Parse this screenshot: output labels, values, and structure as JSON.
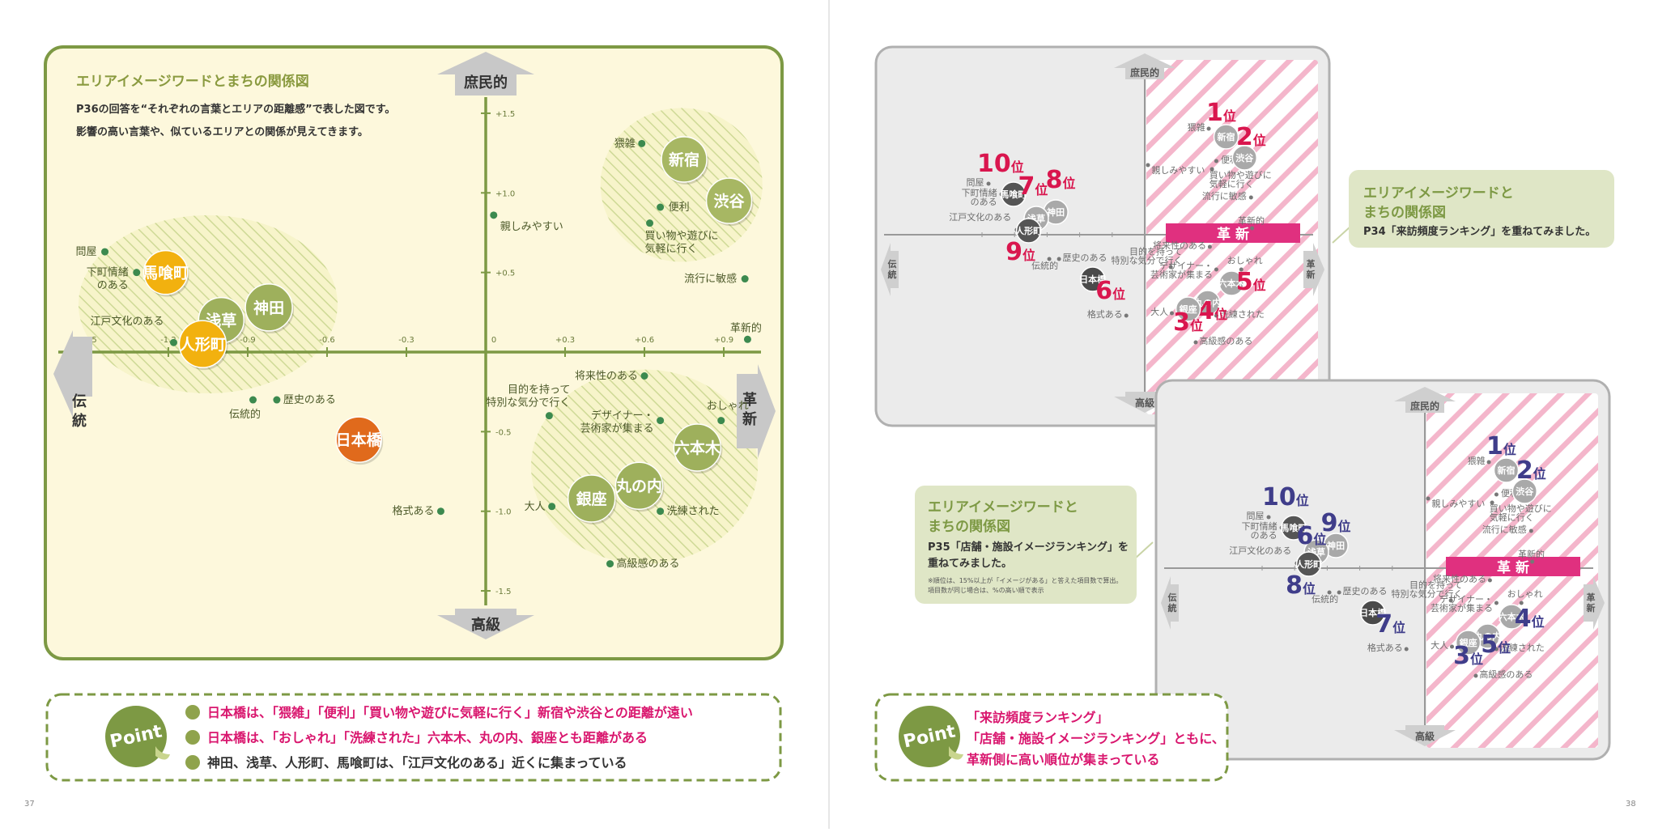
{
  "page": {
    "left_number": "37",
    "right_number": "38"
  },
  "main_chart": {
    "title": "エリアイメージワードとまちの関係図",
    "description": [
      "P36の回答を“それぞれの言葉とエリアの距離感”で表した図です。",
      "影響の高い言葉や、似ているエリアとの関係が見えてきます。"
    ],
    "axis_labels": {
      "top": "庶民的",
      "bottom": "高級",
      "left": "伝統",
      "right": "革新"
    },
    "x_ticks": [
      "-1.5",
      "-1.2",
      "-0.9",
      "-0.6",
      "-0.3",
      "0",
      "+0.3",
      "+0.6",
      "+0.9"
    ],
    "y_ticks": [
      "+1.5",
      "+1.0",
      "+0.5",
      "-0.5",
      "-1.0",
      "-1.5"
    ]
  },
  "chart_data": {
    "type": "scatter",
    "title": "エリアイメージワードとまちの関係図",
    "xlim": [
      -1.6,
      1.0
    ],
    "ylim": [
      -1.6,
      1.6
    ],
    "grid": false,
    "word_points": [
      {
        "label": "猥雑",
        "x": 0.59,
        "y": 1.31
      },
      {
        "label": "便利",
        "x": 0.66,
        "y": 0.91
      },
      {
        "label": "買い物や遊びに気軽に行く",
        "x": 0.62,
        "y": 0.81
      },
      {
        "label": "親しみやすい",
        "x": 0.03,
        "y": 0.86
      },
      {
        "label": "流行に敏感",
        "x": 0.98,
        "y": 0.46
      },
      {
        "label": "革新的",
        "x": 0.99,
        "y": 0.08
      },
      {
        "label": "問屋",
        "x": -1.44,
        "y": 0.63
      },
      {
        "label": "下町情緒のある",
        "x": -1.32,
        "y": 0.5
      },
      {
        "label": "江戸文化のある",
        "x": -1.18,
        "y": 0.06
      },
      {
        "label": "歴史のある",
        "x": -0.79,
        "y": -0.3
      },
      {
        "label": "伝統的",
        "x": -0.88,
        "y": -0.3
      },
      {
        "label": "将来性のある",
        "x": 0.6,
        "y": -0.15
      },
      {
        "label": "目的を持って特別な気分で行く",
        "x": 0.24,
        "y": -0.4
      },
      {
        "label": "デザイナー・芸術家が集まる",
        "x": 0.66,
        "y": -0.43
      },
      {
        "label": "おしゃれ",
        "x": 0.89,
        "y": -0.43
      },
      {
        "label": "洗練された",
        "x": 0.66,
        "y": -1.0
      },
      {
        "label": "大人",
        "x": 0.25,
        "y": -0.97
      },
      {
        "label": "格式ある",
        "x": -0.17,
        "y": -1.0
      },
      {
        "label": "高級感のある",
        "x": 0.47,
        "y": -1.33
      }
    ],
    "area_points": [
      {
        "label": "新宿",
        "x": 0.75,
        "y": 1.21
      },
      {
        "label": "渋谷",
        "x": 0.92,
        "y": 0.95
      },
      {
        "label": "馬喰町",
        "x": -1.21,
        "y": 0.5
      },
      {
        "label": "神田",
        "x": -0.82,
        "y": 0.28
      },
      {
        "label": "浅草",
        "x": -1.0,
        "y": 0.2
      },
      {
        "label": "人形町",
        "x": -1.07,
        "y": 0.05
      },
      {
        "label": "日本橋",
        "x": -0.48,
        "y": -0.55
      },
      {
        "label": "六本木",
        "x": 0.8,
        "y": -0.6
      },
      {
        "label": "丸の内",
        "x": 0.58,
        "y": -0.84
      },
      {
        "label": "銀座",
        "x": 0.4,
        "y": -0.92
      }
    ]
  },
  "overlay_top": {
    "label_box": {
      "title": "エリアイメージワードと\nまちの関係図",
      "text": "P34「来訪頻度ランキング」を重ねてみました。"
    },
    "band_label": "革 新",
    "axis_labels": {
      "top": "庶民的",
      "bottom": "高級",
      "left": "伝統",
      "right": "革新"
    },
    "ranks": [
      {
        "area": "新宿",
        "rank": "1",
        "unit": "位"
      },
      {
        "area": "渋谷",
        "rank": "2",
        "unit": "位"
      },
      {
        "area": "銀座",
        "rank": "3",
        "unit": "位"
      },
      {
        "area": "丸の内",
        "rank": "4",
        "unit": "位"
      },
      {
        "area": "六本木",
        "rank": "5",
        "unit": "位"
      },
      {
        "area": "日本橋",
        "rank": "6",
        "unit": "位"
      },
      {
        "area": "浅草",
        "rank": "7",
        "unit": "位"
      },
      {
        "area": "神田",
        "rank": "8",
        "unit": "位"
      },
      {
        "area": "人形町",
        "rank": "9",
        "unit": "位"
      },
      {
        "area": "馬喰町",
        "rank": "10",
        "unit": "位"
      }
    ]
  },
  "overlay_bottom": {
    "label_box": {
      "title": "エリアイメージワードと\nまちの関係図",
      "text": "P35「店舗・施設イメージランキング」を\n重ねてみました。",
      "note": "※順位は、15%以上が「イメージがある」と答えた項目数で算出。\n項目数が同じ場合は、%の高い順で表示"
    },
    "band_label": "革 新",
    "axis_labels": {
      "top": "庶民的",
      "bottom": "高級",
      "left": "伝統",
      "right": "革新"
    },
    "ranks": [
      {
        "area": "新宿",
        "rank": "1",
        "unit": "位"
      },
      {
        "area": "渋谷",
        "rank": "2",
        "unit": "位"
      },
      {
        "area": "銀座",
        "rank": "3",
        "unit": "位"
      },
      {
        "area": "六本木",
        "rank": "4",
        "unit": "位"
      },
      {
        "area": "丸の内",
        "rank": "5",
        "unit": "位"
      },
      {
        "area": "浅草",
        "rank": "6",
        "unit": "位"
      },
      {
        "area": "日本橋",
        "rank": "7",
        "unit": "位"
      },
      {
        "area": "人形町",
        "rank": "8",
        "unit": "位"
      },
      {
        "area": "神田",
        "rank": "9",
        "unit": "位"
      },
      {
        "area": "馬喰町",
        "rank": "10",
        "unit": "位"
      }
    ]
  },
  "point_left": {
    "badge": "Point",
    "lines": [
      "日本橋は、「猥雑」「便利」「買い物や遊びに気軽に行く」新宿や渋谷との距離が遠い",
      "日本橋は、「おしゃれ」「洗練された」六本木、丸の内、銀座とも距離がある",
      "神田、浅草、人形町、馬喰町は、「江戸文化のある」近くに集まっている"
    ]
  },
  "point_right": {
    "badge": "Point",
    "lines": [
      "「来訪頻度ランキング」",
      "「店舗・施設イメージランキング」ともに、",
      "革新側に高い順位が集まっている"
    ]
  }
}
